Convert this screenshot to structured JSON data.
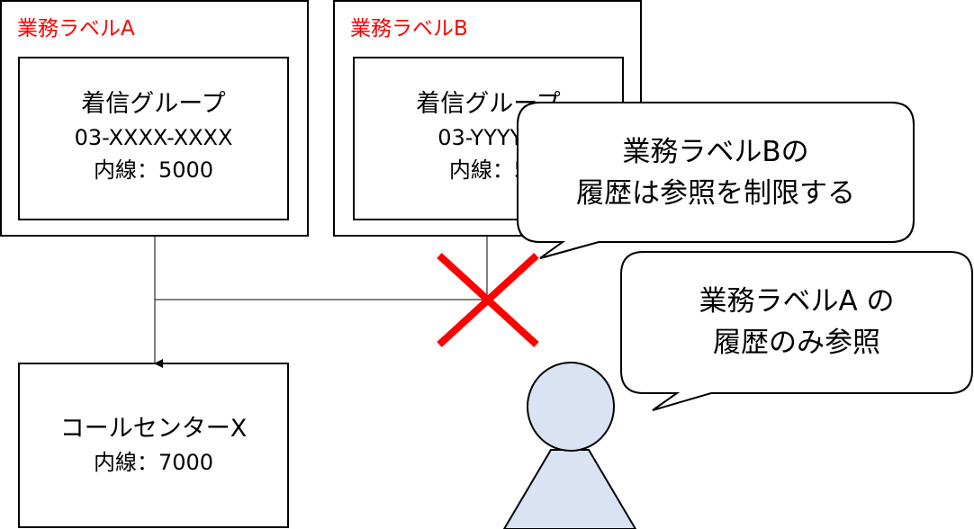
{
  "labels": {
    "a": "業務ラベルA",
    "b": "業務ラベルB"
  },
  "group_a": {
    "title": "着信グループ",
    "number": "03-XXXX-XXXX",
    "extension": "内線：5000"
  },
  "group_b": {
    "title": "着信グループ",
    "number": "03-YYYY-Y",
    "extension": "内線：5"
  },
  "call_center": {
    "name": "コールセンターX",
    "extension": "内線：7000"
  },
  "bubbles": {
    "restrict_line1": "業務ラベルBの",
    "restrict_line2": "履歴は参照を制限する",
    "only_line1": "業務ラベルA の",
    "only_line2": "履歴のみ参照"
  },
  "colors": {
    "label_text": "#ff0000",
    "cross": "#ff0000",
    "person_fill": "#dae3f3",
    "stroke": "#000000"
  },
  "icons": {
    "cross": "red-x-icon",
    "person": "person-icon"
  }
}
